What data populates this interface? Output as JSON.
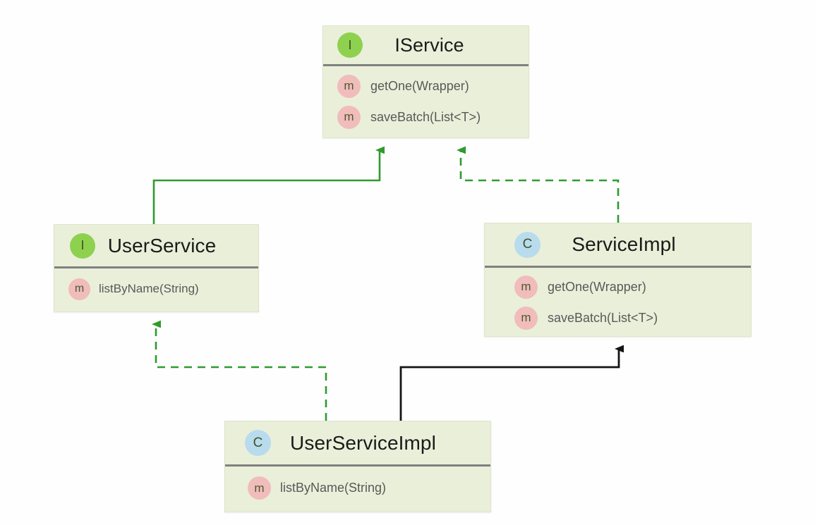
{
  "diagram": {
    "type": "uml-class-diagram",
    "background_color": "#fefefe",
    "box_fill_color": "#eaefd9",
    "interface_badge_color": "#8ed14f",
    "class_badge_color": "#b8dced",
    "method_badge_color": "#f0bcbc",
    "inheritance_edge_color": "#2e9b2e",
    "class_extends_edge_color": "#1a1a1a",
    "classes": [
      {
        "id": "iservice",
        "name": "IService",
        "stereotype_letter": "I",
        "kind": "interface",
        "members": [
          {
            "badge": "m",
            "label": "getOne(Wrapper)"
          },
          {
            "badge": "m",
            "label": "saveBatch(List<T>)"
          }
        ]
      },
      {
        "id": "userservice",
        "name": "UserService",
        "stereotype_letter": "I",
        "kind": "interface",
        "members": [
          {
            "badge": "m",
            "label": "listByName(String)"
          }
        ]
      },
      {
        "id": "serviceimpl",
        "name": "ServiceImpl",
        "stereotype_letter": "C",
        "kind": "class",
        "members": [
          {
            "badge": "m",
            "label": "getOne(Wrapper)"
          },
          {
            "badge": "m",
            "label": "saveBatch(List<T>)"
          }
        ]
      },
      {
        "id": "userserviceimpl",
        "name": "UserServiceImpl",
        "stereotype_letter": "C",
        "kind": "class",
        "members": [
          {
            "badge": "m",
            "label": "listByName(String)"
          }
        ]
      }
    ],
    "relations": [
      {
        "id": "userservice-extends-iservice",
        "from": "UserService",
        "to": "IService",
        "style": "solid",
        "color": "#2e9b2e",
        "arrow": "filled-triangle"
      },
      {
        "id": "serviceimpl-implements-iservice",
        "from": "ServiceImpl",
        "to": "IService",
        "style": "dashed",
        "color": "#2e9b2e",
        "arrow": "filled-triangle"
      },
      {
        "id": "userserviceimpl-implements-userservice",
        "from": "UserServiceImpl",
        "to": "UserService",
        "style": "dashed",
        "color": "#2e9b2e",
        "arrow": "filled-triangle"
      },
      {
        "id": "userserviceimpl-extends-serviceimpl",
        "from": "UserServiceImpl",
        "to": "ServiceImpl",
        "style": "solid",
        "color": "#1a1a1a",
        "arrow": "filled-triangle"
      }
    ]
  }
}
